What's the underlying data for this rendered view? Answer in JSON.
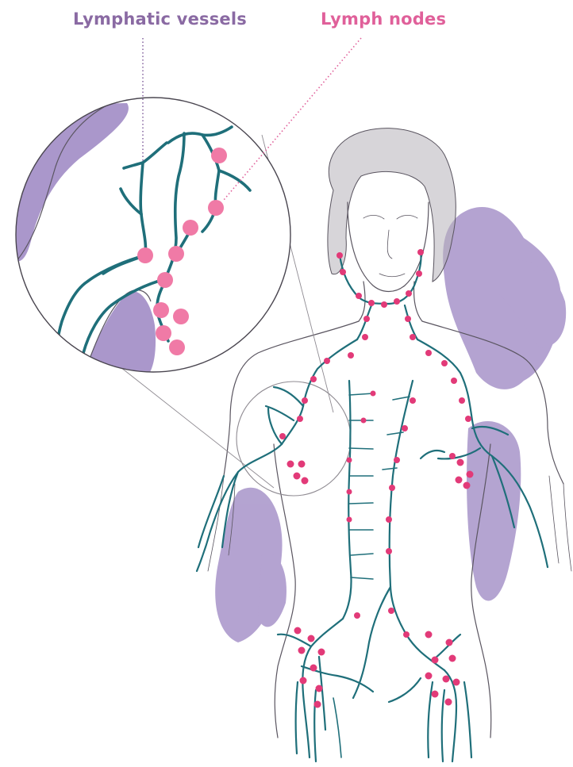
{
  "labels": {
    "lymphatic_vessels": "Lymphatic vessels",
    "lymph_nodes": "Lymph nodes"
  },
  "colors": {
    "vessels_label": "#8a6aa3",
    "nodes_label": "#e0609a",
    "vessel": "#1f6f7a",
    "node_body": "#e23a78",
    "node_zoom": "#f07aa6",
    "wash": "#9b85c2",
    "sketch": "#5a5560"
  },
  "icons": {
    "figure": "human-torso-illustration",
    "magnifier": "magnified-detail-circle"
  }
}
